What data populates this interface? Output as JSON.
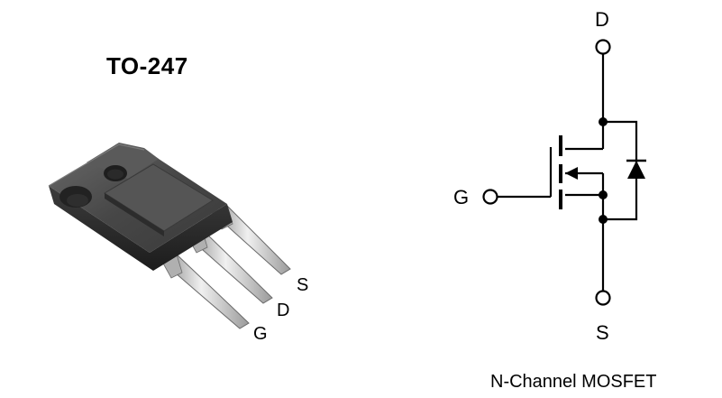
{
  "package": {
    "title": "TO-247",
    "pins": {
      "source": "S",
      "drain": "D",
      "gate": "G"
    },
    "colors": {
      "body_top": "#4a4a4a",
      "body_side": "#2a2a2a",
      "lead": "#cfcfcf"
    }
  },
  "schematic": {
    "terminals": {
      "drain": "D",
      "gate": "G",
      "source": "S"
    },
    "caption": "N-Channel MOSFET"
  }
}
